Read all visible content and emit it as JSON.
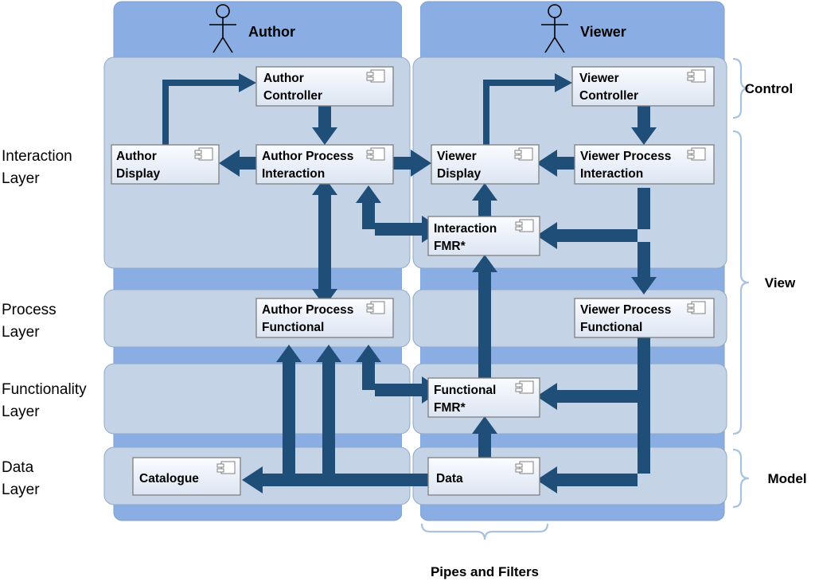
{
  "diagram": {
    "title": "Author/Viewer layered MVC component architecture",
    "colors": {
      "header_band": "#8AAEE3",
      "layer_body": "#C5D3E6",
      "layer_stroke": "#8EA9C8",
      "box_fill_top": "#F4F7FC",
      "box_fill_bottom": "#DEE6F2",
      "box_stroke": "#7F7F7F",
      "arrow": "#1F4E79",
      "bracket": "#A8C3E0"
    },
    "columns": [
      {
        "id": "author",
        "label": "Author",
        "actor_icon": "stick-figure-icon"
      },
      {
        "id": "viewer",
        "label": "Viewer",
        "actor_icon": "stick-figure-icon"
      }
    ],
    "layer_labels": [
      {
        "id": "interaction",
        "line1": "Interaction",
        "line2": "Layer"
      },
      {
        "id": "process",
        "line1": "Process",
        "line2": "Layer"
      },
      {
        "id": "functionality",
        "line1": "Functionality",
        "line2": "Layer"
      },
      {
        "id": "data",
        "line1": "Data",
        "line2": "Layer"
      }
    ],
    "components": [
      {
        "id": "author-controller",
        "line1": "Author",
        "line2": "Controller",
        "icon": "uml-component-icon"
      },
      {
        "id": "viewer-controller",
        "line1": "Viewer",
        "line2": "Controller",
        "icon": "uml-component-icon"
      },
      {
        "id": "author-display",
        "line1": "Author",
        "line2": "Display",
        "icon": "uml-component-icon"
      },
      {
        "id": "author-process-interaction",
        "line1": "Author Process",
        "line2": "Interaction",
        "icon": "uml-component-icon"
      },
      {
        "id": "viewer-display",
        "line1": "Viewer",
        "line2": "Display",
        "icon": "uml-component-icon"
      },
      {
        "id": "viewer-process-interaction",
        "line1": "Viewer Process",
        "line2": "Interaction",
        "icon": "uml-component-icon"
      },
      {
        "id": "interaction-fmr",
        "line1": "Interaction",
        "line2": "FMR*",
        "icon": "uml-component-icon"
      },
      {
        "id": "author-process-functional",
        "line1": "Author Process",
        "line2": "Functional",
        "icon": "uml-component-icon"
      },
      {
        "id": "viewer-process-functional",
        "line1": "Viewer Process",
        "line2": "Functional",
        "icon": "uml-component-icon"
      },
      {
        "id": "functional-fmr",
        "line1": "Functional",
        "line2": "FMR*",
        "icon": "uml-component-icon"
      },
      {
        "id": "catalogue",
        "line1": "Catalogue",
        "line2": "",
        "icon": "uml-component-icon"
      },
      {
        "id": "data",
        "line1": "Data",
        "line2": "",
        "icon": "uml-component-icon"
      }
    ],
    "brackets": [
      {
        "id": "control",
        "label": "Control",
        "side": "right"
      },
      {
        "id": "view",
        "label": "View",
        "side": "right"
      },
      {
        "id": "model",
        "label": "Model",
        "side": "right"
      },
      {
        "id": "pipes-and-filters",
        "label": "Pipes and Filters",
        "side": "bottom"
      }
    ],
    "connections": [
      {
        "from": "author-display",
        "to": "author-controller",
        "style": "elbow"
      },
      {
        "from": "author-controller",
        "to": "author-process-interaction",
        "style": "straight"
      },
      {
        "from": "author-process-interaction",
        "to": "author-display",
        "style": "straight"
      },
      {
        "from": "author-process-interaction",
        "to": "viewer-display",
        "style": "straight"
      },
      {
        "from": "viewer-display",
        "to": "viewer-controller",
        "style": "elbow"
      },
      {
        "from": "viewer-controller",
        "to": "viewer-process-interaction",
        "style": "straight"
      },
      {
        "from": "viewer-process-interaction",
        "to": "viewer-display",
        "style": "straight"
      },
      {
        "from": "viewer-process-interaction",
        "to": "interaction-fmr",
        "style": "elbow"
      },
      {
        "from": "viewer-process-interaction",
        "to": "viewer-process-functional",
        "style": "straight"
      },
      {
        "from": "interaction-fmr",
        "to": "author-process-interaction",
        "style": "elbow"
      },
      {
        "from": "interaction-fmr",
        "to": "viewer-display",
        "style": "straight"
      },
      {
        "from": "author-process-interaction",
        "to": "author-process-functional",
        "style": "double"
      },
      {
        "from": "functional-fmr",
        "to": "author-process-functional",
        "style": "elbow"
      },
      {
        "from": "functional-fmr",
        "to": "interaction-fmr",
        "style": "straight"
      },
      {
        "from": "viewer-process-functional",
        "to": "functional-fmr",
        "style": "elbow"
      },
      {
        "from": "viewer-process-functional",
        "to": "data",
        "style": "elbow"
      },
      {
        "from": "data",
        "to": "functional-fmr",
        "style": "straight"
      },
      {
        "from": "data",
        "to": "catalogue",
        "style": "straight"
      },
      {
        "from": "data",
        "to": "author-process-functional",
        "style": "elbow"
      },
      {
        "from": "catalogue",
        "to": "author-process-functional",
        "style": "elbow"
      }
    ]
  }
}
